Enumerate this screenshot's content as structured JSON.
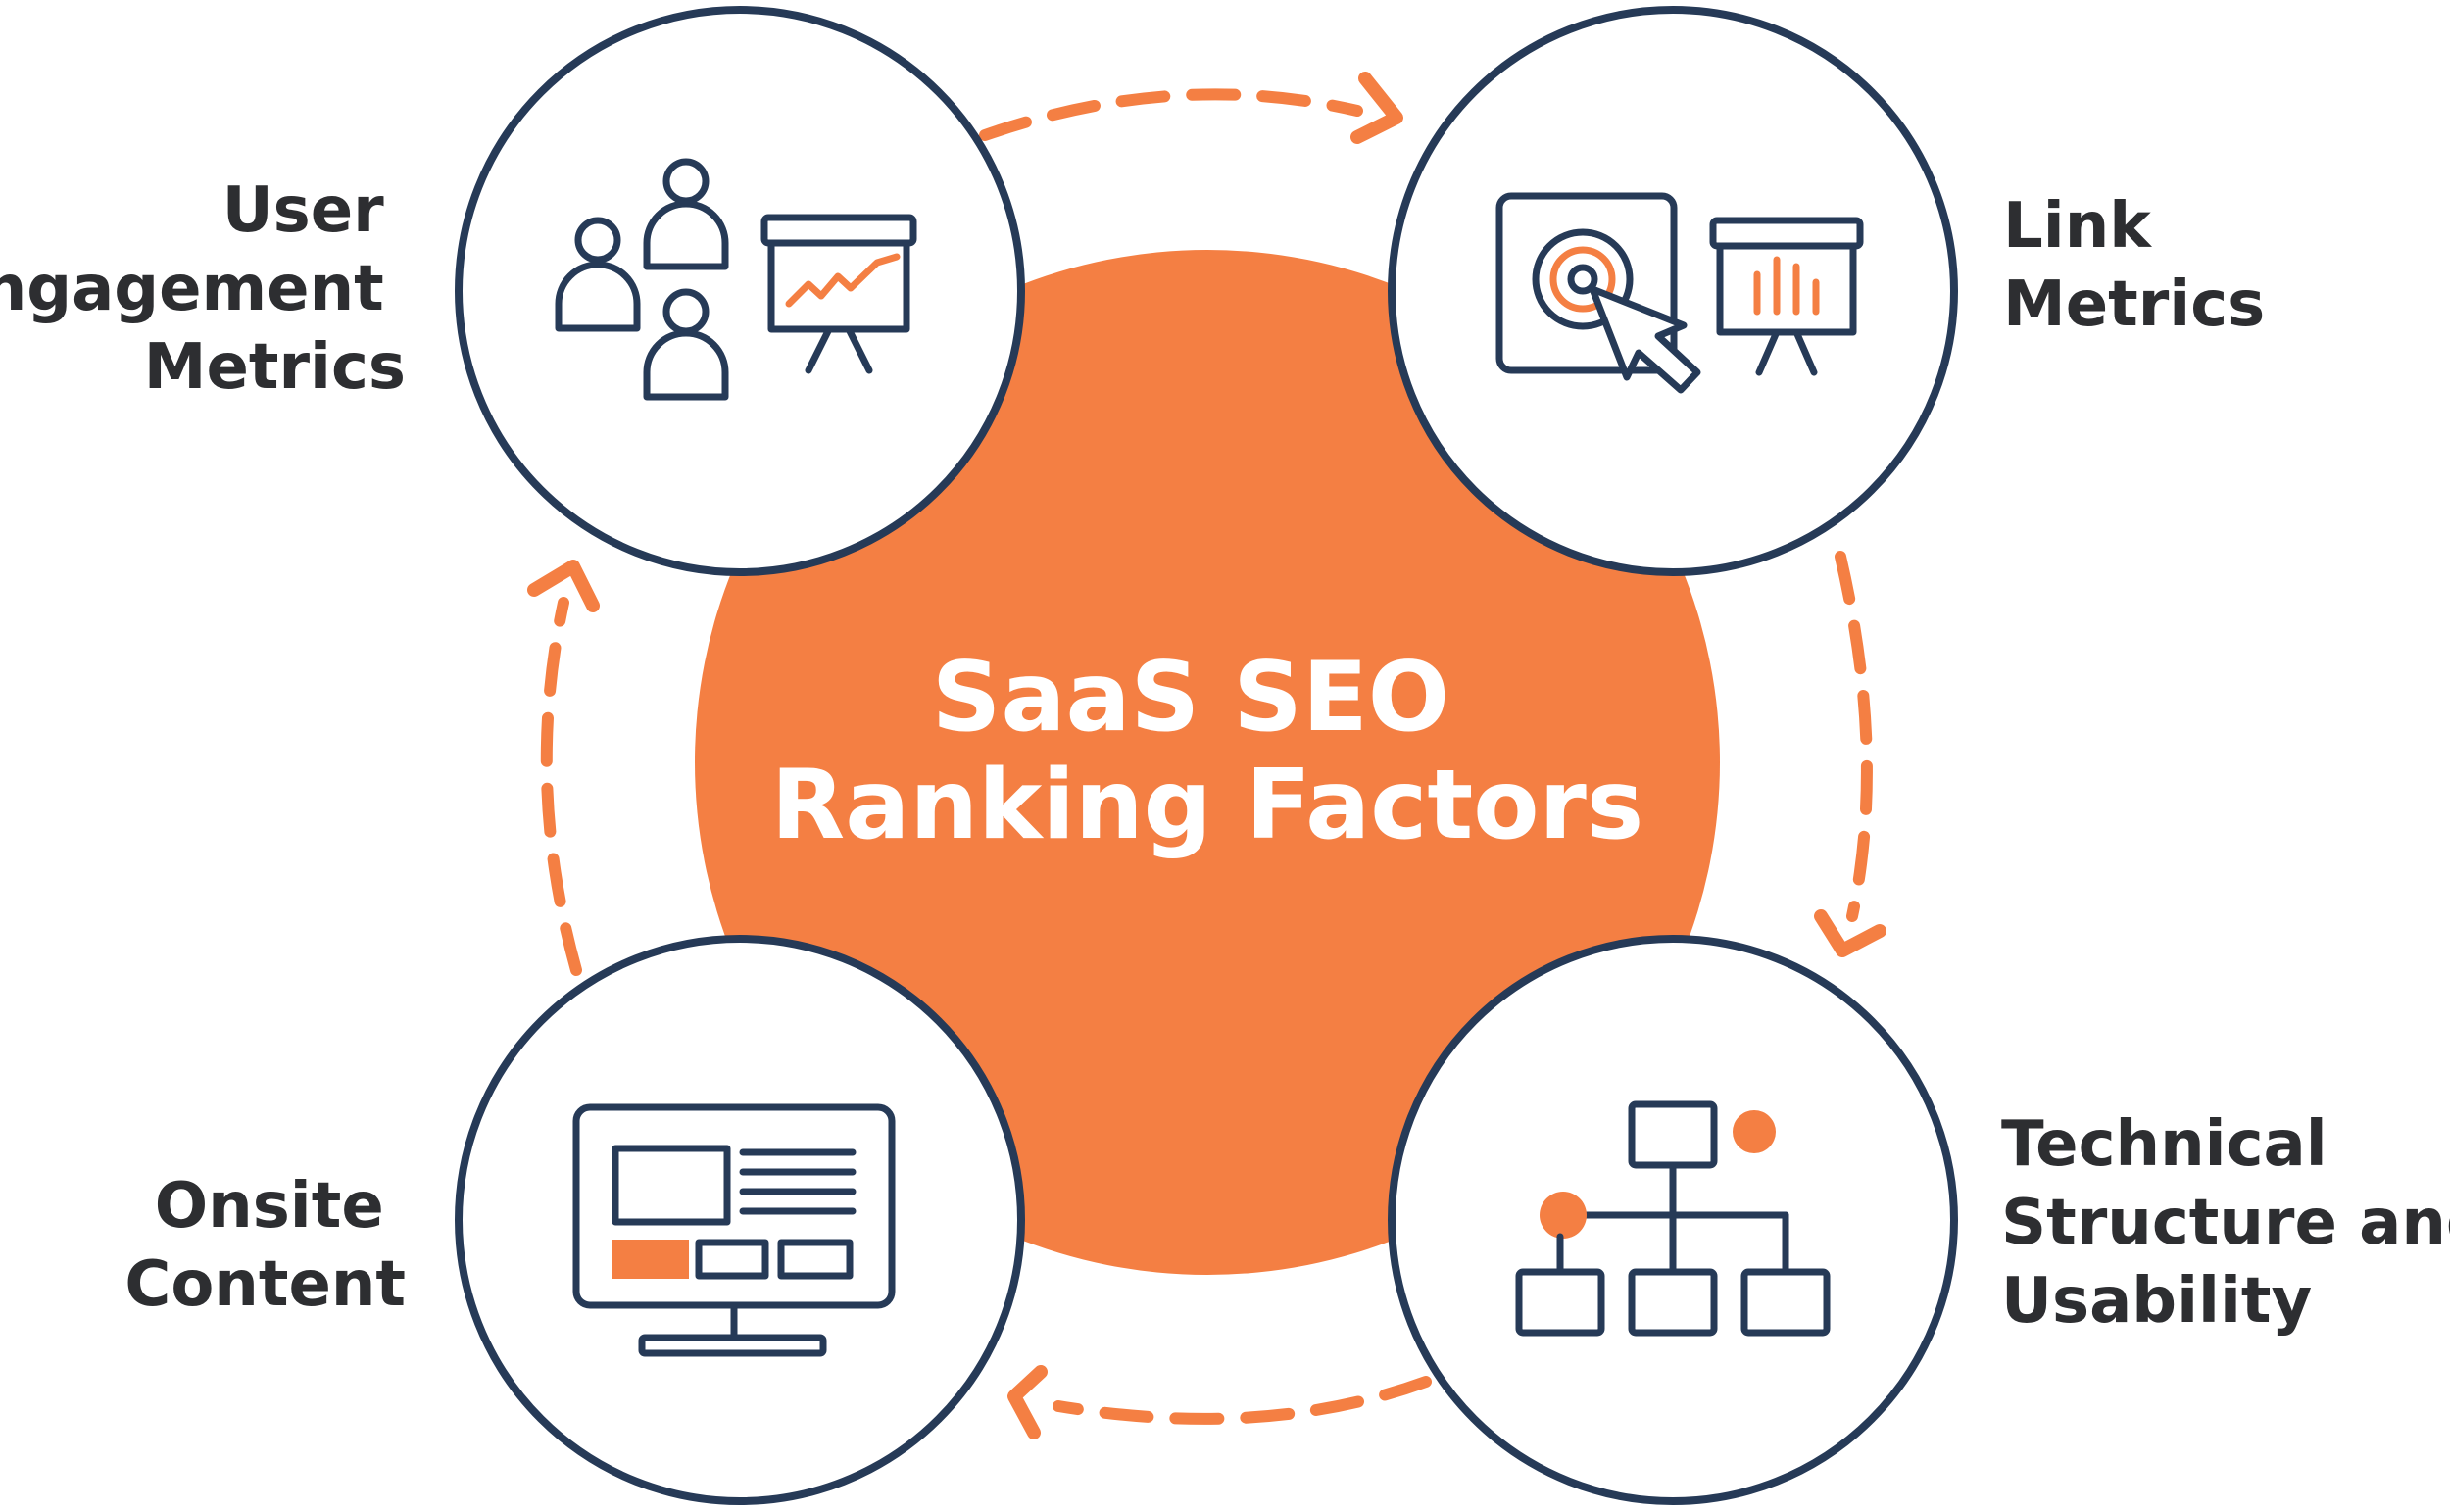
{
  "center": {
    "title_line1": "SaaS SEO",
    "title_line2": "Ranking Factors"
  },
  "factors": [
    {
      "id": "user-engagement",
      "lines": [
        "User",
        "Engagement",
        "Metrics"
      ],
      "icon": "users-presentation-icon"
    },
    {
      "id": "link-metrics",
      "lines": [
        "Link",
        "Metrics"
      ],
      "icon": "click-target-chart-icon"
    },
    {
      "id": "technical-structure",
      "lines": [
        "Technical",
        "Structure and",
        "Usability"
      ],
      "icon": "sitemap-icon"
    },
    {
      "id": "onsite-content",
      "lines": [
        "Onsite",
        "Content"
      ],
      "icon": "monitor-content-icon"
    }
  ],
  "colors": {
    "accent": "#f47f43",
    "navy": "#263a57",
    "text": "#2d2e31",
    "background": "#ffffff"
  }
}
